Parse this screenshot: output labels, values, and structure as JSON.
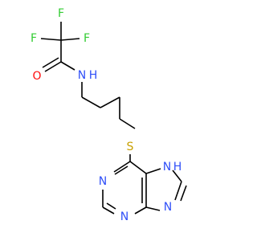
{
  "structure": {
    "colors": {
      "bond": "#000000",
      "fluorine": "#33cc33",
      "oxygen": "#ff0d0d",
      "nitrogen": "#3050f8",
      "sulfur": "#c8a000"
    },
    "atoms": {
      "f_top": "F",
      "f_left": "F",
      "f_right": "F",
      "o_carbonyl": "O",
      "n_amide": "N",
      "h_amide": "H",
      "s_thioether": "S",
      "n_imidazole_nh": "N",
      "h_imidazole": "H",
      "n_pyrimidine_1": "N",
      "n_pyrimidine_3": "N",
      "n_imidazole_9": "N"
    }
  }
}
